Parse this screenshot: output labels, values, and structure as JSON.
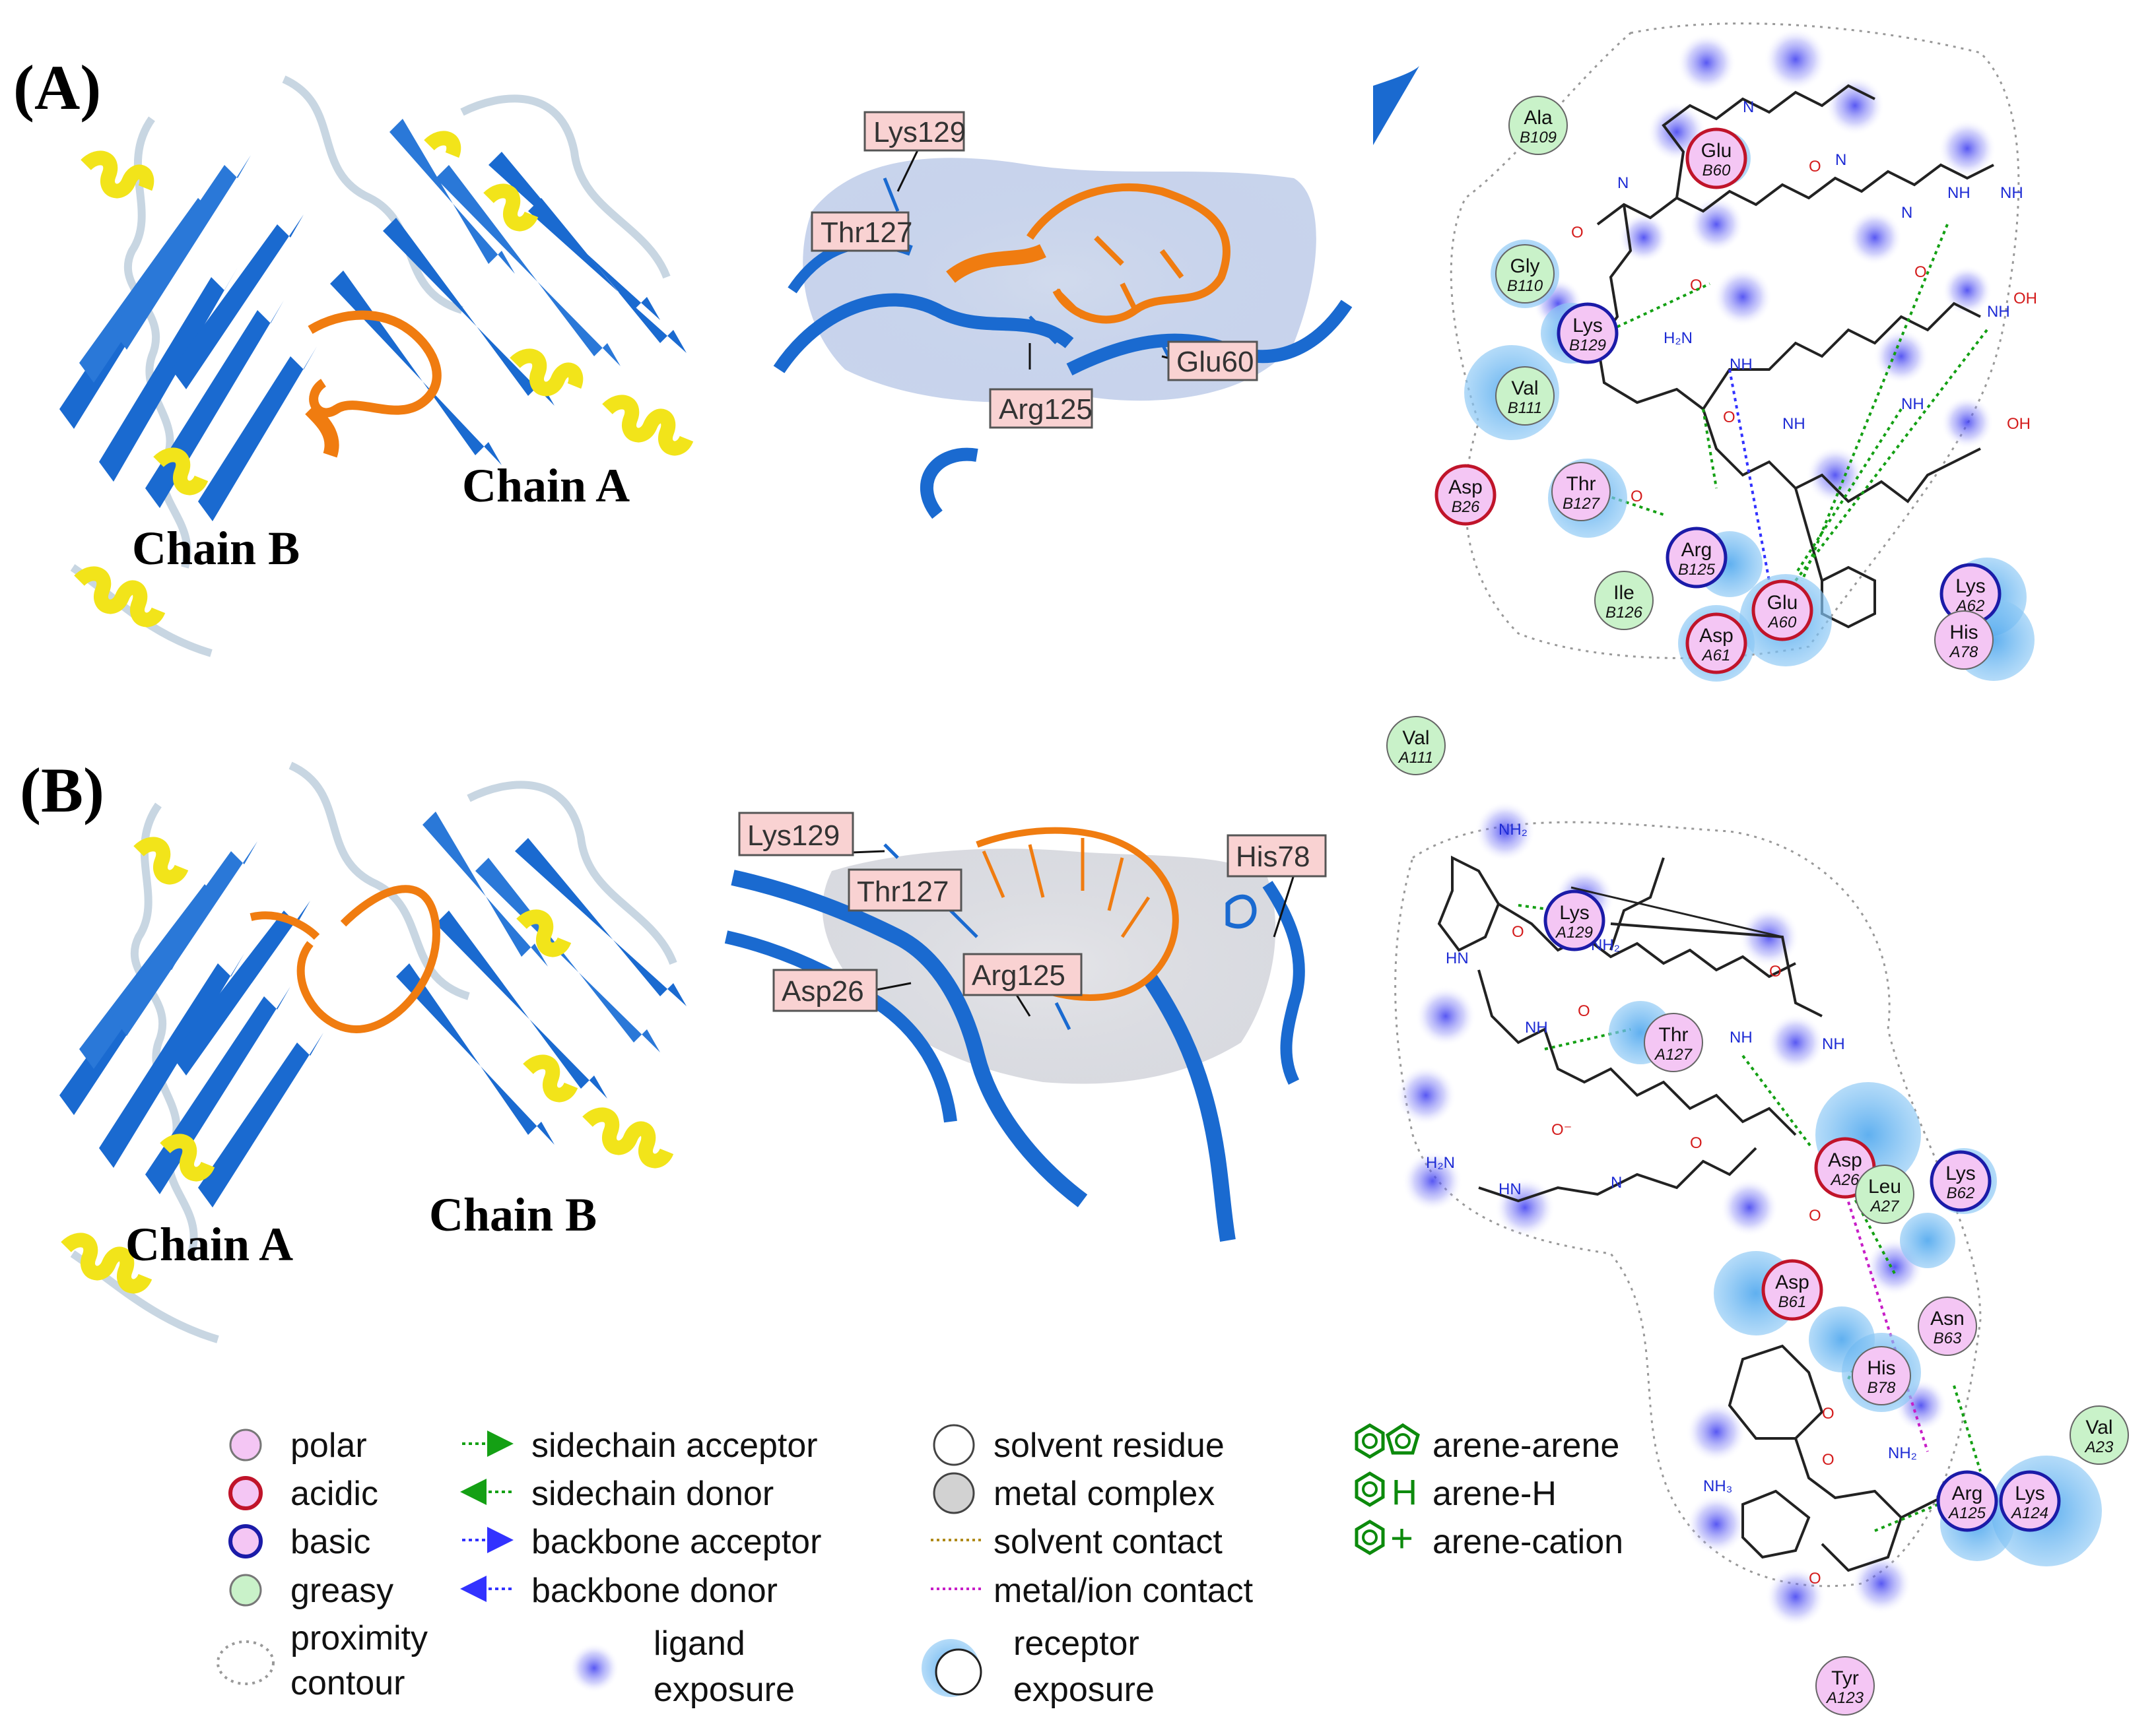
{
  "panels": {
    "a": {
      "label": "(A)",
      "chain_left": "Chain B",
      "chain_right": "Chain A",
      "callouts": [
        "Lys129",
        "Thr127",
        "Arg125",
        "Glu60"
      ],
      "residues": [
        {
          "code": "Ala",
          "id": "B109",
          "type": "greasy"
        },
        {
          "code": "Glu",
          "id": "B60",
          "type": "acidic"
        },
        {
          "code": "Gly",
          "id": "B110",
          "type": "greasy"
        },
        {
          "code": "Lys",
          "id": "B129",
          "type": "basic"
        },
        {
          "code": "Val",
          "id": "B111",
          "type": "greasy"
        },
        {
          "code": "Asp",
          "id": "B26",
          "type": "acidic"
        },
        {
          "code": "Thr",
          "id": "B127",
          "type": "polar"
        },
        {
          "code": "Arg",
          "id": "B125",
          "type": "basic"
        },
        {
          "code": "Ile",
          "id": "B126",
          "type": "greasy"
        },
        {
          "code": "Asp",
          "id": "A61",
          "type": "acidic"
        },
        {
          "code": "Glu",
          "id": "A60",
          "type": "acidic"
        },
        {
          "code": "Lys",
          "id": "A62",
          "type": "basic"
        },
        {
          "code": "His",
          "id": "A78",
          "type": "polar"
        }
      ]
    },
    "b": {
      "label": "(B)",
      "chain_left": "Chain A",
      "chain_right": "Chain B",
      "callouts": [
        "Lys129",
        "Thr127",
        "His78",
        "Asp26",
        "Arg125"
      ],
      "residues": [
        {
          "code": "Val",
          "id": "A111",
          "type": "greasy"
        },
        {
          "code": "Lys",
          "id": "A129",
          "type": "basic"
        },
        {
          "code": "Thr",
          "id": "A127",
          "type": "polar"
        },
        {
          "code": "Asp",
          "id": "A26",
          "type": "acidic"
        },
        {
          "code": "Leu",
          "id": "A27",
          "type": "greasy"
        },
        {
          "code": "Lys",
          "id": "B62",
          "type": "basic"
        },
        {
          "code": "Asp",
          "id": "B61",
          "type": "acidic"
        },
        {
          "code": "Asn",
          "id": "B63",
          "type": "polar"
        },
        {
          "code": "His",
          "id": "B78",
          "type": "polar"
        },
        {
          "code": "Val",
          "id": "A23",
          "type": "greasy"
        },
        {
          "code": "Arg",
          "id": "A125",
          "type": "basic"
        },
        {
          "code": "Lys",
          "id": "A124",
          "type": "basic"
        },
        {
          "code": "Tyr",
          "id": "A123",
          "type": "polar"
        }
      ]
    }
  },
  "legend": {
    "polar": "polar",
    "acidic": "acidic",
    "basic": "basic",
    "greasy": "greasy",
    "proximity_1": "proximity",
    "proximity_2": "contour",
    "sidechain_acceptor": "sidechain acceptor",
    "sidechain_donor": "sidechain donor",
    "backbone_acceptor": "backbone acceptor",
    "backbone_donor": "backbone donor",
    "ligand_1": "ligand",
    "ligand_2": "exposure",
    "solvent_residue": "solvent residue",
    "metal_complex": "metal complex",
    "solvent_contact": "solvent contact",
    "metal_ion_contact": "metal/ion contact",
    "receptor_1": "receptor",
    "receptor_2": "exposure",
    "arene_arene": "arene-arene",
    "arene_h": "arene-H",
    "arene_cation": "arene-cation"
  },
  "colors": {
    "polar_fill": "#f4c6f4",
    "acidic_ring": "#c0142a",
    "basic_ring": "#1b1ba8",
    "greasy_fill": "#c9f2c9",
    "strand": "#1a6ad0",
    "helix": "#f2e41a",
    "peptide": "#f07c10",
    "loop": "#c8d6e2",
    "hbond_green": "#14a014",
    "hbond_blue": "#3232ff",
    "arene": "#0c8a0c"
  }
}
